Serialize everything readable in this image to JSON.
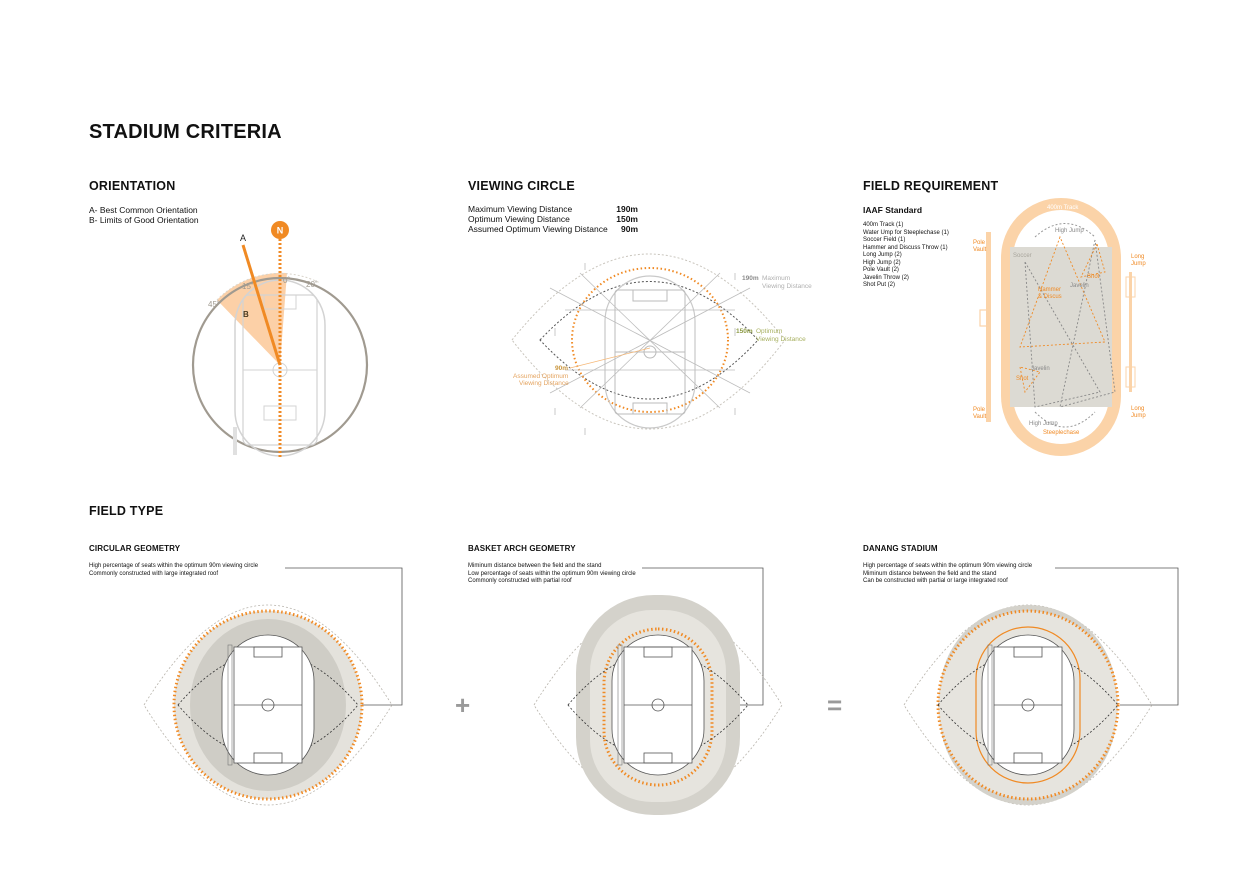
{
  "page_title": "STADIUM CRITERIA",
  "orientation": {
    "heading": "ORIENTATION",
    "legend": [
      "A- Best Common Orientation",
      "B- Limits of Good Orientation"
    ],
    "north": "N",
    "label_a": "A",
    "label_b": "B",
    "angles": [
      "45˚",
      "15˚",
      "0˚",
      "20˚"
    ],
    "accent_color": "#f08a24"
  },
  "viewing_circle": {
    "heading": "VIEWING CIRCLE",
    "rows": [
      {
        "label": "Maximum Viewing Distance",
        "value": "190m"
      },
      {
        "label": "Optimum Viewing Distance",
        "value": "150m"
      },
      {
        "label": "Assumed Optimum Viewing Distance",
        "value": "90m"
      }
    ],
    "ann_max_value": "190m",
    "ann_max_text": [
      "Maximum",
      "Viewing Distance"
    ],
    "ann_opt_value": "150m",
    "ann_opt_text": [
      "Optimum",
      "Viewing Distance"
    ],
    "ann_assumed_value": "90m",
    "ann_assumed_text": [
      "Assumed Optimum",
      "Viewing Distance"
    ]
  },
  "field_requirement": {
    "heading": "FIELD REQUIREMENT",
    "subheading": "IAAF Standard",
    "items": [
      "400m Track (1)",
      "Water Ump for Steeplechase (1)",
      "Soccer Field (1)",
      "Hammer and Discuss Throw (1)",
      "Long Jump (2)",
      "High Jump (2)",
      "Pole Vault (2)",
      "Javelin Throw (2)",
      "Shot Put (2)"
    ],
    "labels": {
      "track": "400m Track",
      "high_jump_top": "High Jump",
      "high_jump_bottom": "High Jump",
      "soccer": "Soccer",
      "shot_top": "Shot",
      "shot_bottom": "Shot",
      "hammer": "Hammer",
      "discus": "& Discus",
      "javelin_top": "Javelin",
      "javelin_bottom": "Javelin",
      "steeplechase": "Steeplechase",
      "pole_top_1": "Pole",
      "pole_top_2": "Vault",
      "pole_bottom_1": "Pole",
      "pole_bottom_2": "Vault",
      "long_top_1": "Long",
      "long_top_2": "Jump",
      "long_bottom_1": "Long",
      "long_bottom_2": "Jump"
    }
  },
  "field_type": {
    "heading": "FIELD TYPE",
    "plus": "+",
    "equals": "=",
    "types": [
      {
        "title": "CIRCULAR GEOMETRY",
        "lines": [
          "High percentage of seats within the optimum 90m viewing circle",
          "Commonly constructed with large integrated roof"
        ]
      },
      {
        "title": "BASKET ARCH GEOMETRY",
        "lines": [
          "Miminum distance between the field and the stand",
          "Low percentage of seats within the optimum 90m viewing circle",
          "Commonly constructed with partial roof"
        ]
      },
      {
        "title": "DANANG STADIUM",
        "lines": [
          "High percentage of seats within the optimum 90m viewing circle",
          "Miminum distance between the field and the stand",
          "Can be constructed with partial or large integrated roof"
        ]
      }
    ]
  }
}
